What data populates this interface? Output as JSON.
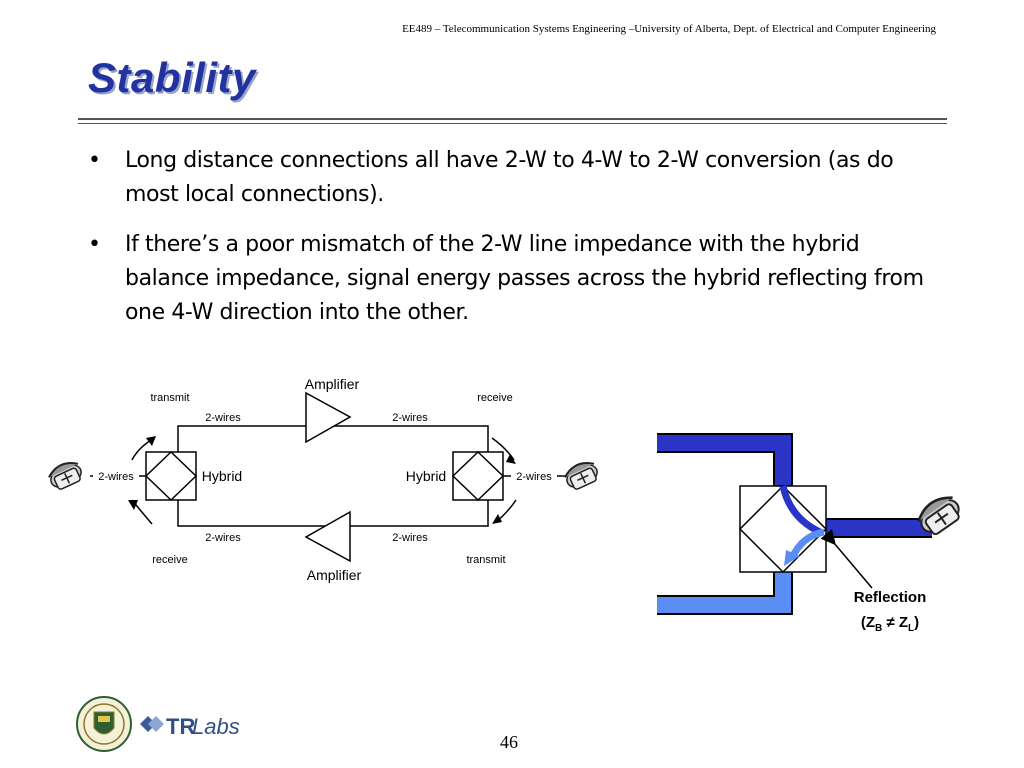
{
  "header": {
    "course_line": "EE489 – Telecommunication Systems Engineering –University of Alberta, Dept. of Electrical and Computer Engineering"
  },
  "slide": {
    "title": "Stability",
    "bullets": [
      "Long distance connections all have 2-W to 4-W to 2-W conversion (as do most local connections).",
      "If there’s a poor mismatch of the 2-W line impedance with the hybrid balance impedance, signal energy passes across the hybrid reflecting from one 4-W direction into the other."
    ],
    "bullet_symbol": "•",
    "page_number": "46"
  },
  "diagram": {
    "amplifier_top": "Amplifier",
    "amplifier_bottom": "Amplifier",
    "transmit_left": "transmit",
    "receive_right": "receive",
    "receive_left": "receive",
    "transmit_right": "transmit",
    "wires_top_left": "2-wires",
    "wires_top_right": "2-wires",
    "wires_bottom_left": "2-wires",
    "wires_bottom_right": "2-wires",
    "wires_left_phone": "2-wires",
    "wires_right_phone": "2-wires",
    "hybrid_left": "Hybrid",
    "hybrid_right": "Hybrid"
  },
  "reflection_figure": {
    "label": "Reflection",
    "condition_open": "(Z",
    "sub_b": "B",
    "neq": " ≠ Z",
    "sub_l": "L",
    "condition_close": ")",
    "colors": {
      "dark_path": "#2a35c8",
      "light_path": "#5a8ef5"
    }
  },
  "logos": {
    "university": "University of Alberta crest",
    "trlabs_tr": "TR",
    "trlabs_labs": "Labs"
  },
  "icons": [
    "telephone-icon",
    "university-crest-icon",
    "trlabs-logo-icon",
    "hybrid-icon",
    "amplifier-icon"
  ]
}
